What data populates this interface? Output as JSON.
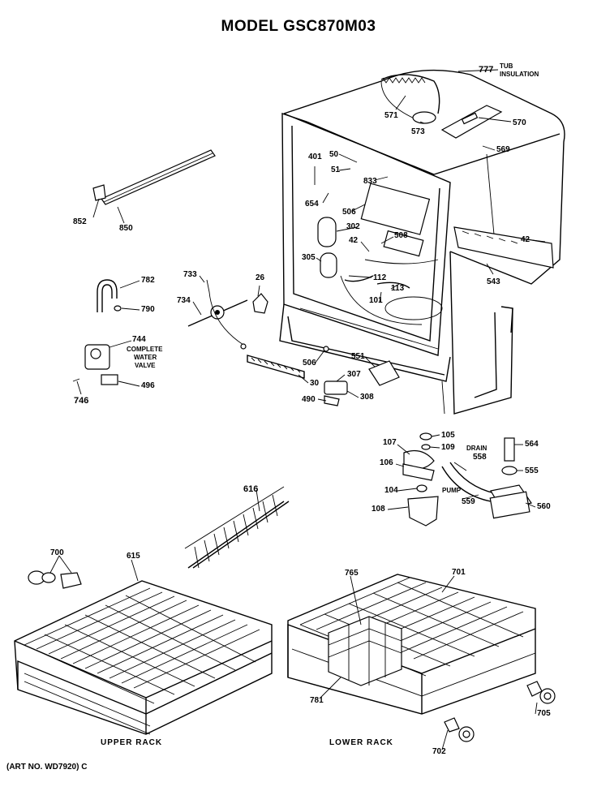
{
  "title": "MODEL GSC870M03",
  "art_no": "(ART NO. WD7920) C",
  "captions": {
    "upper_rack": "UPPER RACK",
    "lower_rack": "LOWER RACK"
  },
  "notes": {
    "tub_insulation_1": "TUB",
    "tub_insulation_2": "INSULATION",
    "complete_water_valve_1": "COMPLETE",
    "complete_water_valve_2": "WATER",
    "complete_water_valve_3": "VALVE",
    "drain": "DRAIN",
    "pump": "PUMP"
  },
  "parts": {
    "p777": "777",
    "p571": "571",
    "p573": "573",
    "p570": "570",
    "p569": "569",
    "p401": "401",
    "p50": "50",
    "p51": "51",
    "p833": "833",
    "p654": "654",
    "p506a": "506",
    "p302": "302",
    "p508": "508",
    "p42a": "42",
    "p42b": "42",
    "p305": "305",
    "p112": "112",
    "p113": "113",
    "p101": "101",
    "p543": "543",
    "p852": "852",
    "p850": "850",
    "p782": "782",
    "p790": "790",
    "p733": "733",
    "p734": "734",
    "p26": "26",
    "p744": "744",
    "p496": "496",
    "p746": "746",
    "p506b": "506",
    "p551": "551",
    "p30": "30",
    "p307": "307",
    "p490": "490",
    "p308": "308",
    "p105": "105",
    "p107": "107",
    "p109": "109",
    "p106": "106",
    "p104": "104",
    "p108": "108",
    "p564": "564",
    "p558": "558",
    "p555": "555",
    "p559": "559",
    "p560": "560",
    "p616": "616",
    "p700": "700",
    "p615": "615",
    "p765": "765",
    "p701": "701",
    "p781": "781",
    "p705": "705",
    "p702": "702"
  }
}
